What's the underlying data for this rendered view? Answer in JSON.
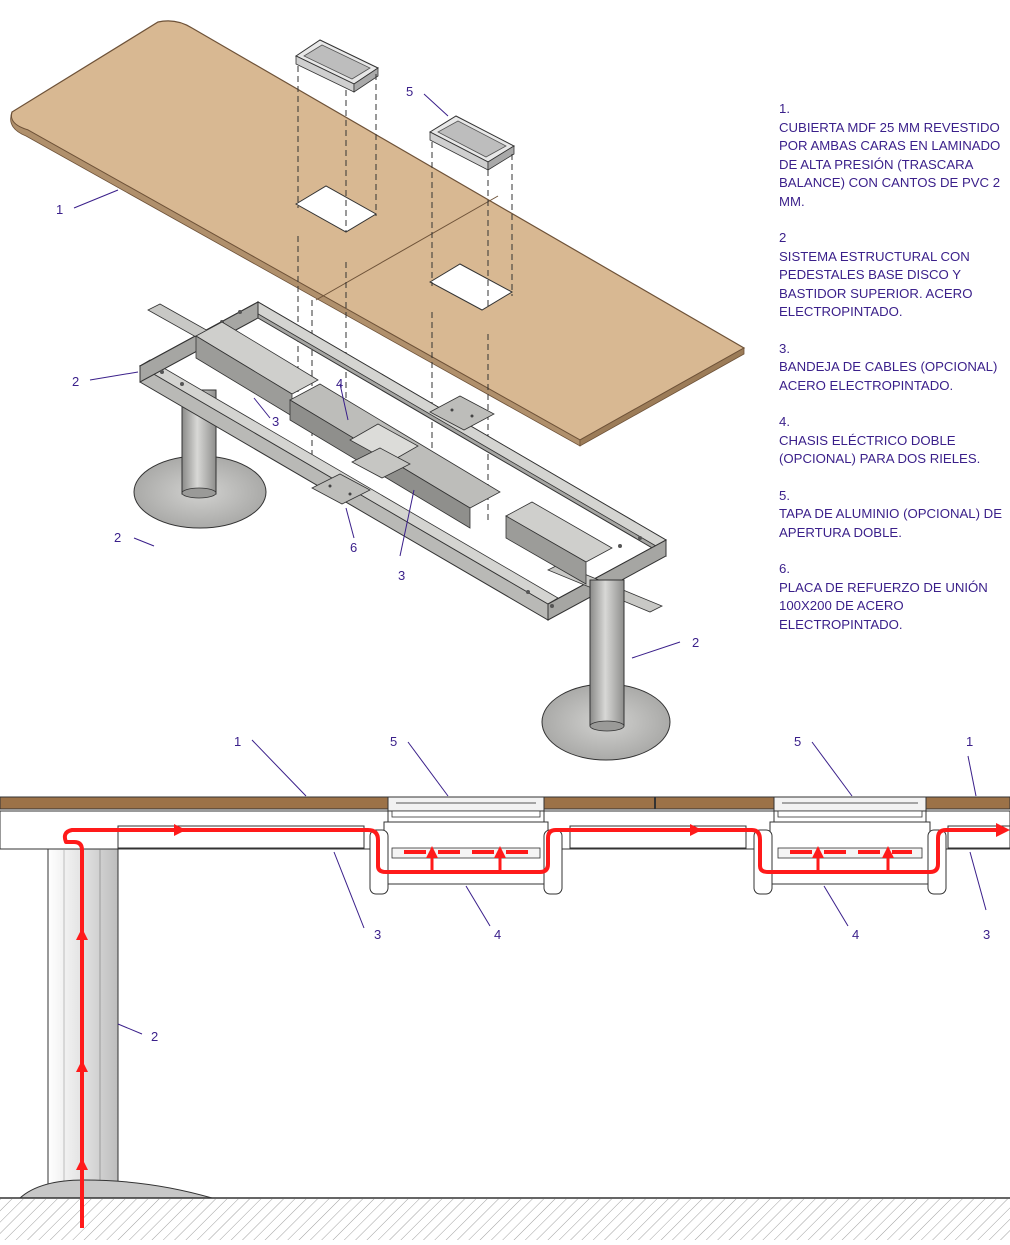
{
  "legend": [
    {
      "num": "1.",
      "text": "CUBIERTA MDF 25 MM REVESTIDO POR AMBAS CARAS EN LAMINADO DE ALTA PRESIÓN (TRASCARA BALANCE) CON CANTOS DE PVC 2 MM."
    },
    {
      "num": "2",
      "text": "SISTEMA ESTRUCTURAL CON PEDESTALES BASE DISCO Y BASTIDOR SUPERIOR. ACERO ELECTROPINTADO."
    },
    {
      "num": "3.",
      "text": "BANDEJA DE CABLES (OPCIONAL) ACERO ELECTROPINTADO."
    },
    {
      "num": "4.",
      "text": "CHASIS ELÉCTRICO DOBLE (OPCIONAL) PARA DOS RIELES."
    },
    {
      "num": "5.",
      "text": "TAPA DE ALUMINIO (OPCIONAL) DE APERTURA DOBLE."
    },
    {
      "num": "6.",
      "text": "PLACA DE REFUERZO DE UNIÓN 100X200 DE ACERO ELECTROPINTADO."
    }
  ],
  "callouts": {
    "iso_top_1": "1",
    "iso_top_5": "5",
    "iso_frame_2": "2",
    "iso_tray_3a": "3",
    "iso_chassis_4": "4",
    "iso_floor_2": "2",
    "iso_plate_6": "6",
    "iso_tray_3b": "3",
    "iso_pedestal_2": "2",
    "sec_top_1a": "1",
    "sec_cover_5a": "5",
    "sec_cover_5b": "5",
    "sec_top_1b": "1",
    "sec_tray_3a": "3",
    "sec_chassis_4a": "4",
    "sec_chassis_4b": "4",
    "sec_tray_3b": "3",
    "sec_pedestal_2": "2"
  },
  "colors": {
    "label": "#3a1f8a",
    "tabletop": "#d8b892",
    "tabletop_edge": "#8a6a48",
    "steel": "#b9b9b6",
    "steel_dark": "#8c8c89",
    "cable_route": "#ff1a1a",
    "floor_hatch": "#9a9a9a"
  }
}
